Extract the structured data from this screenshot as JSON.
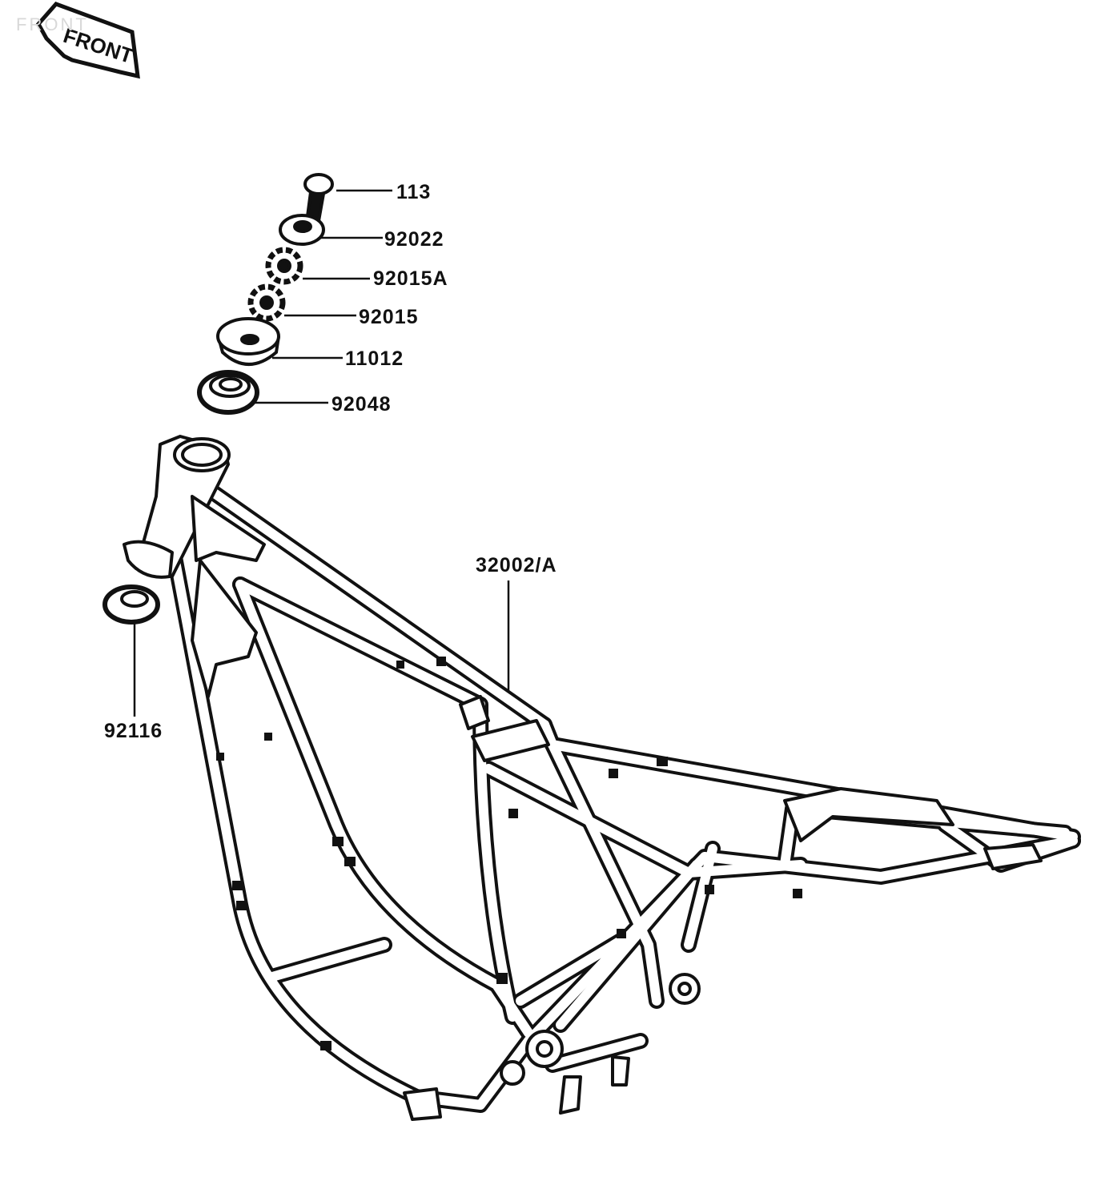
{
  "watermark": "FRONT",
  "front_badge": {
    "text": "FRONT"
  },
  "parts": [
    {
      "number": "113",
      "name": "bolt"
    },
    {
      "number": "92022",
      "name": "washer"
    },
    {
      "number": "92015A",
      "name": "nut"
    },
    {
      "number": "92015",
      "name": "nut"
    },
    {
      "number": "11012",
      "name": "cap"
    },
    {
      "number": "92048",
      "name": "bearing"
    },
    {
      "number": "32002/A",
      "name": "frame"
    },
    {
      "number": "92116",
      "name": "seal"
    }
  ],
  "colors": {
    "ink": "#111111",
    "paper": "#ffffff"
  }
}
